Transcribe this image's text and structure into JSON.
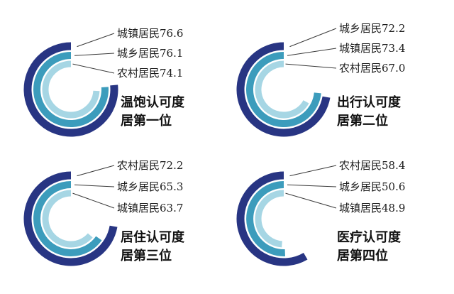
{
  "chart_data": [
    {
      "type": "radial-bar",
      "title_lines": [
        "温饱认可度",
        "居第一位"
      ],
      "scale_max": 100,
      "rings": [
        {
          "label": "城镇居民76.6",
          "group": "城镇居民",
          "value": 76.6,
          "color": "#283583"
        },
        {
          "label": "城乡居民76.1",
          "group": "城乡居民",
          "value": 76.1,
          "color": "#3c9cbc"
        },
        {
          "label": "农村居民74.1",
          "group": "农村居民",
          "value": 74.1,
          "color": "#a6d6e4"
        }
      ]
    },
    {
      "type": "radial-bar",
      "title_lines": [
        "出行认可度",
        "居第二位"
      ],
      "scale_max": 100,
      "rings": [
        {
          "label": "城乡居民72.2",
          "group": "城乡居民",
          "value": 72.2,
          "color": "#283583"
        },
        {
          "label": "城镇居民73.4",
          "group": "城镇居民",
          "value": 73.4,
          "color": "#3c9cbc"
        },
        {
          "label": "农村居民67.0",
          "group": "农村居民",
          "value": 67.0,
          "color": "#a6d6e4"
        }
      ]
    },
    {
      "type": "radial-bar",
      "title_lines": [
        "居住认可度",
        "居第三位"
      ],
      "scale_max": 100,
      "rings": [
        {
          "label": "农村居民72.2",
          "group": "农村居民",
          "value": 72.2,
          "color": "#283583"
        },
        {
          "label": "城乡居民65.3",
          "group": "城乡居民",
          "value": 65.3,
          "color": "#3c9cbc"
        },
        {
          "label": "城镇居民63.7",
          "group": "城镇居民",
          "value": 63.7,
          "color": "#a6d6e4"
        }
      ]
    },
    {
      "type": "radial-bar",
      "title_lines": [
        "医疗认可度",
        "居第四位"
      ],
      "scale_max": 100,
      "rings": [
        {
          "label": "农村居民58.4",
          "group": "农村居民",
          "value": 58.4,
          "color": "#283583"
        },
        {
          "label": "城乡居民50.6",
          "group": "城乡居民",
          "value": 50.6,
          "color": "#3c9cbc"
        },
        {
          "label": "城镇居民48.9",
          "group": "城镇居民",
          "value": 48.9,
          "color": "#a6d6e4"
        }
      ]
    }
  ]
}
